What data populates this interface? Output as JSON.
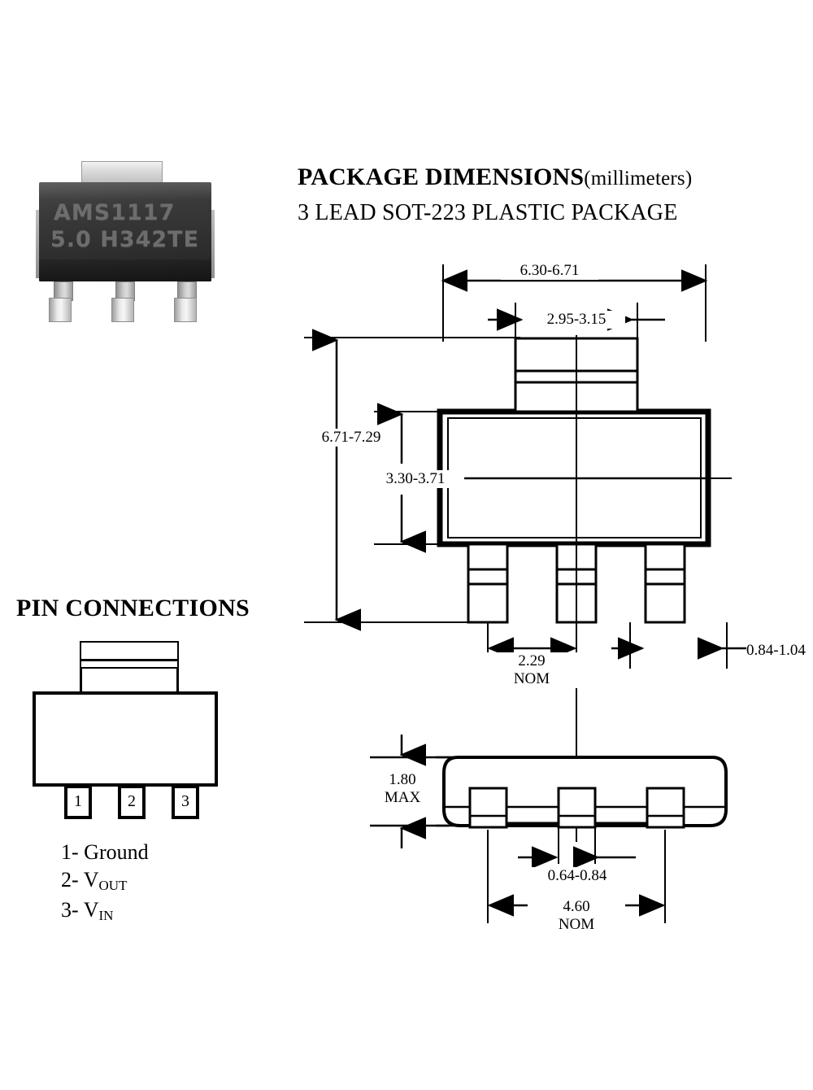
{
  "headings": {
    "package_dimensions": "PACKAGE DIMENSIONS",
    "units": "(millimeters)",
    "package_type": "3 LEAD SOT-223 PLASTIC PACKAGE",
    "pin_connections": "PIN CONNECTIONS"
  },
  "photo": {
    "marking_line1": "AMS1117",
    "marking_line2": "5.0 H342TE",
    "alt": "black SOT-223 package with metal tab and three gull-wing leads"
  },
  "pin_diagram": {
    "pin_labels": [
      "1",
      "2",
      "3"
    ]
  },
  "pin_list": [
    {
      "number": "1-",
      "name": "Ground",
      "sub": ""
    },
    {
      "number": "2-",
      "name": "V",
      "sub": "OUT"
    },
    {
      "number": "3-",
      "name": "V",
      "sub": "IN"
    }
  ],
  "dimensions": {
    "overall_width": "6.30-6.71",
    "tab_width": "2.95-3.15",
    "overall_height": "6.71-7.29",
    "body_height": "3.30-3.71",
    "lead_pitch": "2.29",
    "lead_pitch_note": "NOM",
    "lead_width": "0.84-1.04",
    "thickness": "1.80",
    "thickness_note": "MAX",
    "side_lead_width": "0.64-0.84",
    "side_span": "4.60",
    "side_span_note": "NOM"
  },
  "colors": {
    "ink": "#000000",
    "paper": "#ffffff",
    "package_body": "#303030",
    "package_lead": "#d8d8d8",
    "marking_text": "#6d6d6d"
  }
}
